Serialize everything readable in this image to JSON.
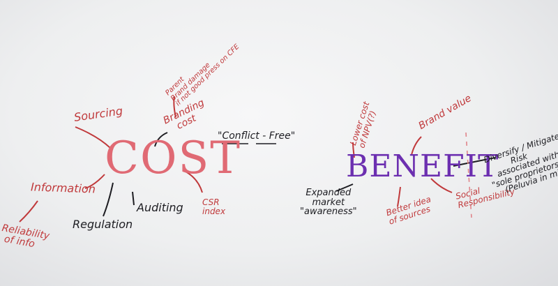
{
  "colors": {
    "red_marker": "#c0393b",
    "black_marker": "#1d1d22",
    "purple_marker": "#6c2fb0",
    "pink_marker": "#e0848a"
  },
  "center": {
    "conflict_free": "\"Conflict - Free\""
  },
  "cost_map": {
    "title": "COST",
    "sourcing": "Sourcing",
    "branding_cost": [
      "Branding",
      "cost"
    ],
    "branding_note": [
      "Parent",
      "Brand damage",
      "if not good press on CFE"
    ],
    "information": "Information",
    "reliability": [
      "Reliability",
      "of info"
    ],
    "regulation": "Regulation",
    "auditing": "Auditing",
    "csr_index": [
      "CSR",
      "index"
    ]
  },
  "benefit_map": {
    "title": "BENEFIT",
    "lower_cost": [
      "Lower cost",
      "of NPV(?)"
    ],
    "brand_value": "Brand value",
    "expanded_market": [
      "Expanded",
      "market",
      "\"awareness\""
    ],
    "better_idea": [
      "Better idea",
      "of sources"
    ],
    "social_responsibility": [
      "Social",
      "Responsibility"
    ],
    "diversify": [
      "Diversify / Mitigate",
      "Risk",
      "associated with",
      "\"sole proprietors\"",
      "(Peluvia in mind)"
    ]
  }
}
